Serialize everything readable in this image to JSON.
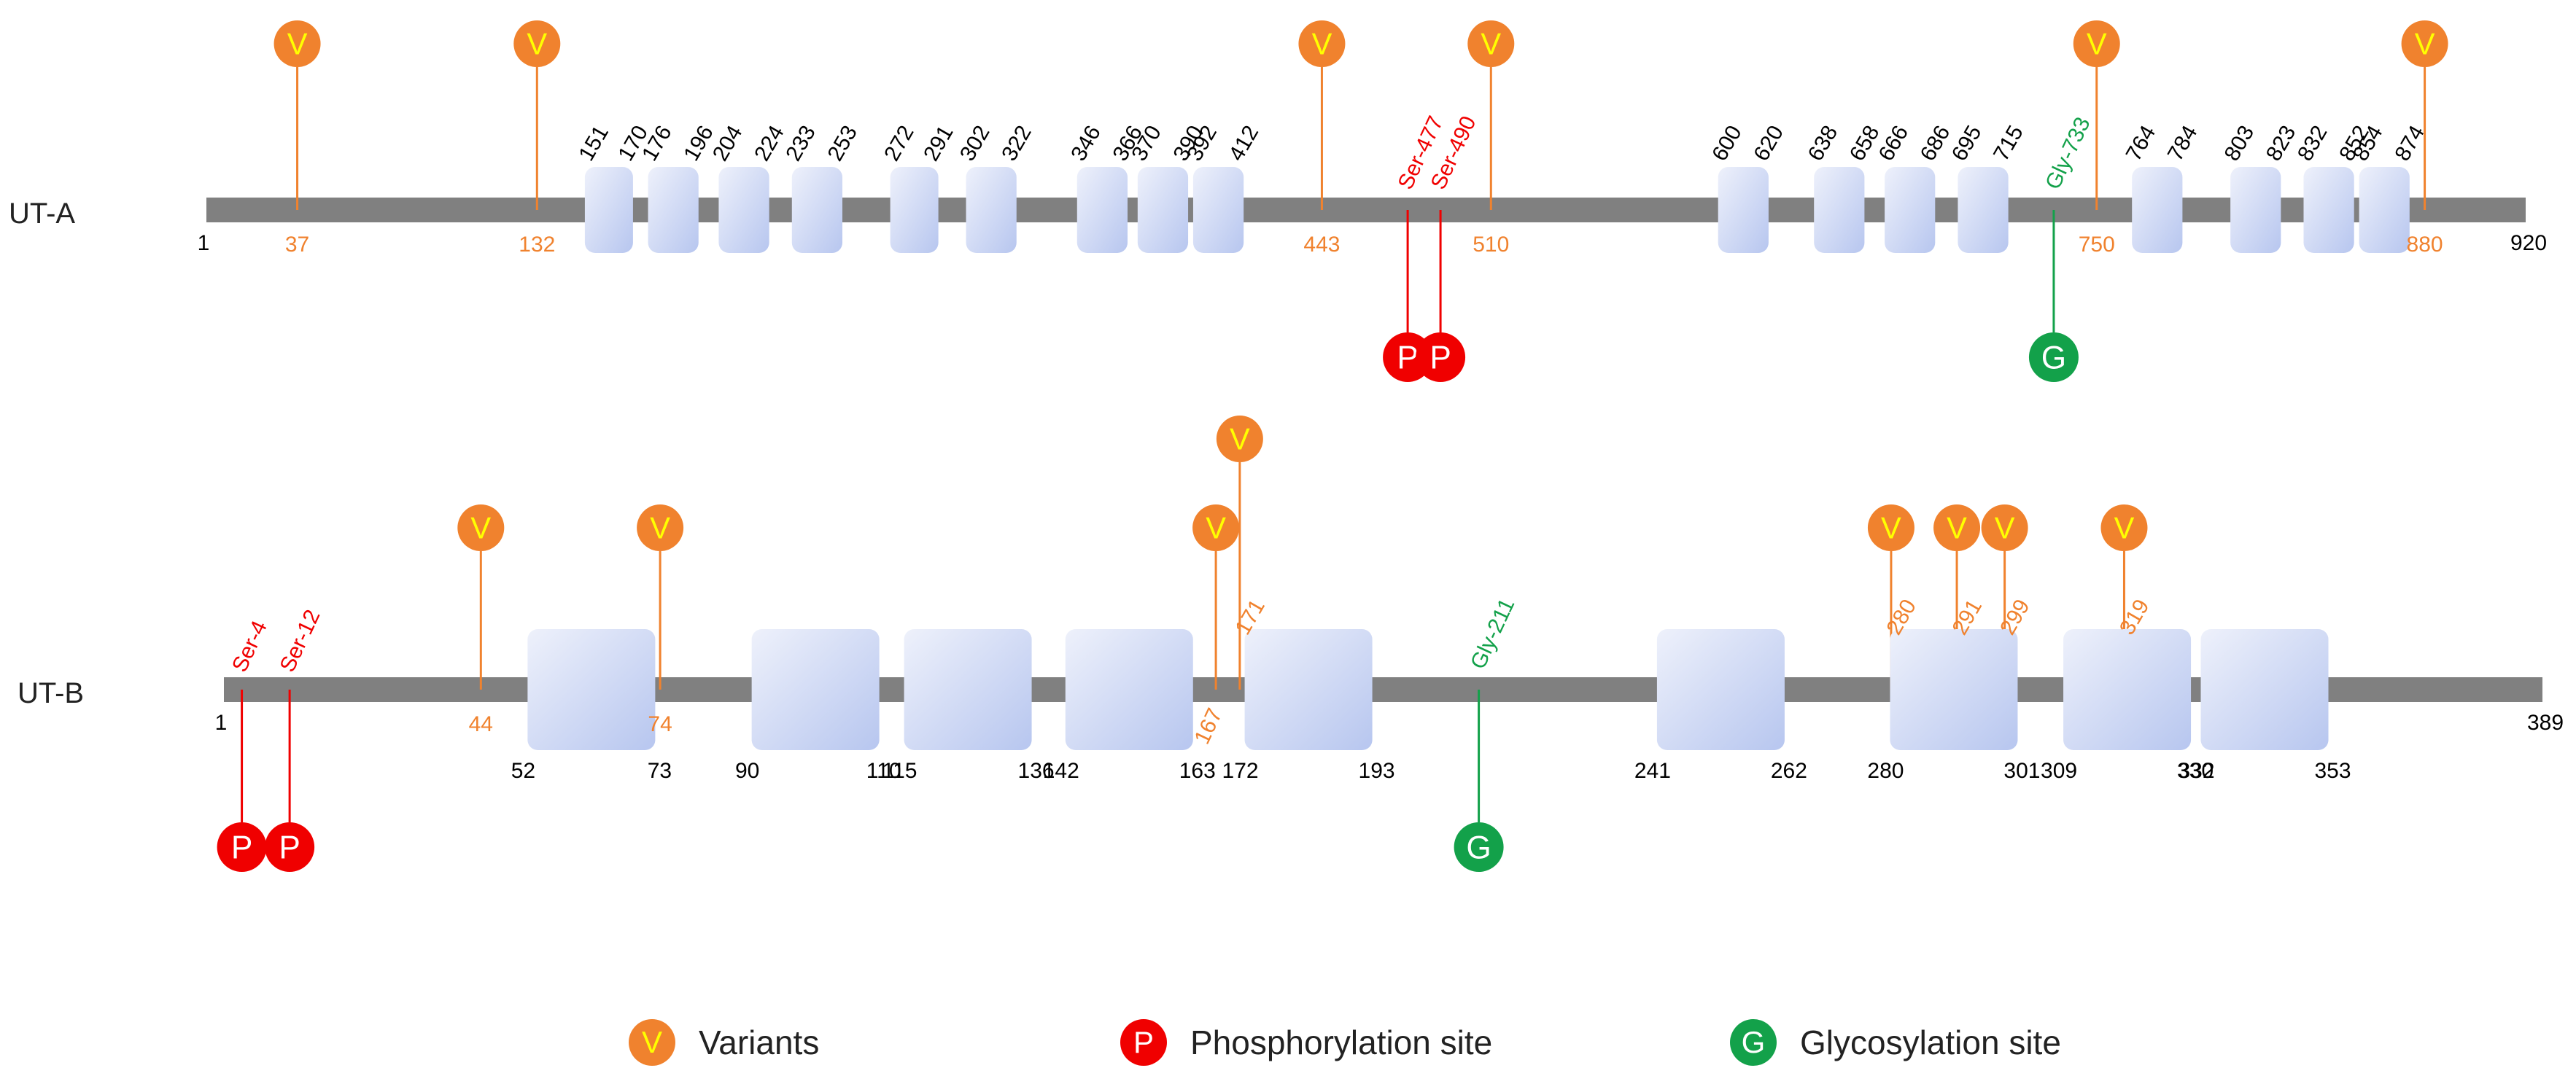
{
  "colors": {
    "backbone": "#808080",
    "tm_fill_light": "#eef1fb",
    "tm_fill_dark": "#bac8f0",
    "variant": "#f0822e",
    "variant_text": "#f0822e",
    "variant_letter": "#ffff00",
    "phospho": "#f00000",
    "glyco": "#13a14a",
    "tick": "#000000"
  },
  "icons": {
    "variant": "variant-marker-icon",
    "phospho": "phosphorylation-marker-icon",
    "glyco": "glycosylation-marker-icon"
  },
  "proteins": [
    {
      "id": "ut-a",
      "label": "UT-A",
      "length": 920,
      "start_label": "1",
      "end_label": "920",
      "tm_label_style": "rotated-above",
      "tm_segments": [
        {
          "start": "151",
          "end": "170"
        },
        {
          "start": "176",
          "end": "196"
        },
        {
          "start": "204",
          "end": "224"
        },
        {
          "start": "233",
          "end": "253"
        },
        {
          "start": "272",
          "end": "291"
        },
        {
          "start": "302",
          "end": "322"
        },
        {
          "start": "346",
          "end": "366"
        },
        {
          "start": "370",
          "end": "390"
        },
        {
          "start": "392",
          "end": "412"
        },
        {
          "start": "600",
          "end": "620"
        },
        {
          "start": "638",
          "end": "658"
        },
        {
          "start": "666",
          "end": "686"
        },
        {
          "start": "695",
          "end": "715"
        },
        {
          "start": "764",
          "end": "784"
        },
        {
          "start": "803",
          "end": "823"
        },
        {
          "start": "832",
          "end": "852"
        },
        {
          "start": "854",
          "end": "874"
        }
      ],
      "variants": [
        {
          "pos": 37,
          "label": "37",
          "level": 1
        },
        {
          "pos": 132,
          "label": "132",
          "level": 1
        },
        {
          "pos": 443,
          "label": "443",
          "level": 1
        },
        {
          "pos": 510,
          "label": "510",
          "level": 1
        },
        {
          "pos": 750,
          "label": "750",
          "level": 1
        },
        {
          "pos": 880,
          "label": "880",
          "level": 1
        }
      ],
      "phospho": [
        {
          "pos": 477,
          "label": "Ser-477"
        },
        {
          "pos": 490,
          "label": "Ser-490"
        }
      ],
      "glyco": [
        {
          "pos": 733,
          "label": "Gly-733"
        }
      ]
    },
    {
      "id": "ut-b",
      "label": "UT-B",
      "length": 389,
      "start_label": "1",
      "end_label": "389",
      "tm_label_style": "below",
      "tm_segments": [
        {
          "start": "52",
          "end": "73"
        },
        {
          "start": "90",
          "end": "110"
        },
        {
          "start": "115",
          "end": "136"
        },
        {
          "start": "142",
          "end": "163"
        },
        {
          "start": "172",
          "end": "193"
        },
        {
          "start": "241",
          "end": "262"
        },
        {
          "start": "280",
          "end": "301"
        },
        {
          "start": "309",
          "end": "330"
        },
        {
          "start": "332",
          "end": "353"
        }
      ],
      "variants": [
        {
          "pos": 44,
          "label": "44",
          "level": 1
        },
        {
          "pos": 74,
          "label": "74",
          "level": 1
        },
        {
          "pos": 167,
          "label": "167",
          "level": 1
        },
        {
          "pos": 171,
          "label": "171",
          "level": 2
        },
        {
          "pos": 280,
          "label": "280",
          "level": 1
        },
        {
          "pos": 291,
          "label": "291",
          "level": 1
        },
        {
          "pos": 299,
          "label": "299",
          "level": 1
        },
        {
          "pos": 319,
          "label": "319",
          "level": 1
        }
      ],
      "phospho": [
        {
          "pos": 4,
          "label": "Ser-4"
        },
        {
          "pos": 12,
          "label": "Ser-12"
        }
      ],
      "glyco": [
        {
          "pos": 211,
          "label": "Gly-211"
        }
      ]
    }
  ],
  "legend": [
    {
      "type": "variant",
      "symbol": "V",
      "label": "Variants"
    },
    {
      "type": "phospho",
      "symbol": "P",
      "label": "Phosphorylation site"
    },
    {
      "type": "glyco",
      "symbol": "G",
      "label": "Glycosylation site"
    }
  ]
}
